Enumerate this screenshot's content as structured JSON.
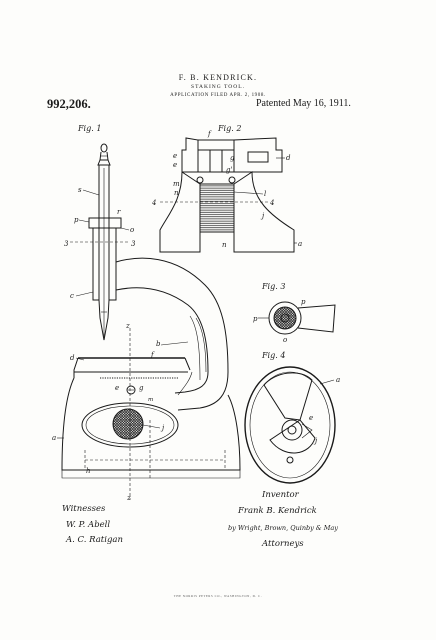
{
  "header": {
    "inventor": "F. B. KENDRICK.",
    "title": "STAKING TOOL.",
    "application": "APPLICATION FILED APR. 2, 1908.",
    "patent_number": "992,206.",
    "patent_date": "Patented May 16, 1911."
  },
  "figures": {
    "fig1": "Fig. 1",
    "fig2": "Fig. 2",
    "fig3": "Fig. 3",
    "fig4": "Fig. 4"
  },
  "labels": {
    "fig1_s": "s",
    "fig1_p": "p",
    "fig1_r": "r",
    "fig1_o": "o",
    "fig1_3a": "3",
    "fig1_3b": "3",
    "fig1_c": "c",
    "fig1_z_top": "z",
    "fig1_d": "d",
    "fig1_f": "f",
    "fig1_b": "b",
    "fig1_e": "e",
    "fig1_g": "g",
    "fig1_m": "m",
    "fig1_j": "j",
    "fig1_a": "a",
    "fig1_h": "h",
    "fig1_z_bot": "z",
    "fig2_f": "f",
    "fig2_e1": "e",
    "fig2_e2": "e",
    "fig2_g": "g",
    "fig2_g2": "g'",
    "fig2_d": "d",
    "fig2_m": "m",
    "fig2_n": "n",
    "fig2_l": "l",
    "fig2_j": "j",
    "fig2_4a": "4",
    "fig2_4b": "4",
    "fig2_n2": "n",
    "fig2_a": "a",
    "fig3_p1": "p",
    "fig3_p2": "p",
    "fig3_o": "o",
    "fig4_a": "a",
    "fig4_e": "e",
    "fig4_j": "j"
  },
  "signatures": {
    "witnesses_heading": "Witnesses",
    "witness1": "W. P. Abell",
    "witness2": "A. C. Ratigan",
    "inventor_heading": "Inventor",
    "inventor_name": "Frank B. Kendrick",
    "by_line": "by Wright, Brown, Quinby & May",
    "attorneys": "Attorneys"
  },
  "footer": "THE NORRIS PETERS CO., WASHINGTON, D. C."
}
